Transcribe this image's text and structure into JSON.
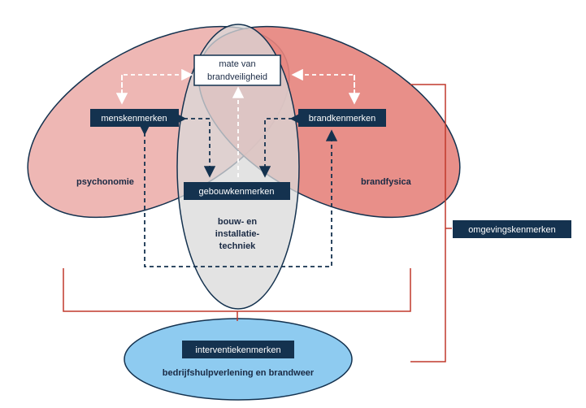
{
  "diagram": {
    "top_box": {
      "line1": "mate van",
      "line2": "brandveiligheid"
    },
    "boxes": {
      "mens": "menskenmerken",
      "brand": "brandkenmerken",
      "gebouw": "gebouwkenmerken",
      "omgeving": "omgevingskenmerken",
      "interventie": "interventiekenmerken"
    },
    "labels": {
      "psychonomie": "psychonomie",
      "brandfysica": "brandfysica",
      "bouw_line1": "bouw- en",
      "bouw_line2": "installatie-",
      "bouw_line3": "techniek",
      "bhv": "bedrijfshulpverlening en brandweer"
    },
    "colors": {
      "left_ellipse": "#eeb7b4",
      "right_ellipse": "#e6837c",
      "center_ellipse": "#d9d9d9",
      "bottom_ellipse": "#8ecbf0",
      "dark_box": "#14324f",
      "bracket": "#c0392b",
      "arrow_dark": "#14324f",
      "arrow_light": "#ffffff"
    }
  }
}
